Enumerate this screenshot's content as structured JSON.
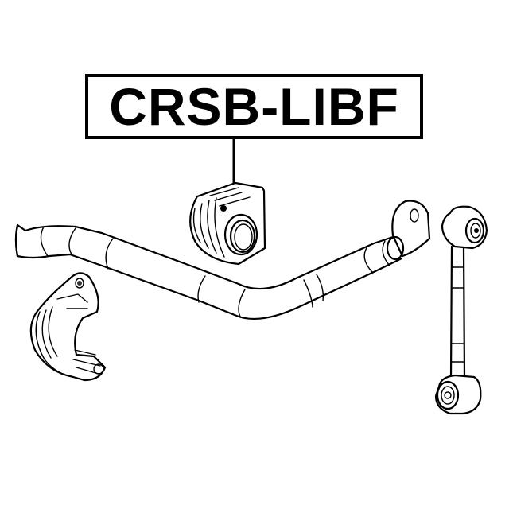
{
  "diagram": {
    "part_number": "CRSB-LIBF",
    "components": [
      {
        "name": "stabilizer-bushing",
        "highlighted": true
      },
      {
        "name": "stabilizer-bar"
      },
      {
        "name": "bushing-bracket"
      },
      {
        "name": "stabilizer-link"
      }
    ],
    "colors": {
      "line": "#000000",
      "background": "#ffffff"
    }
  }
}
